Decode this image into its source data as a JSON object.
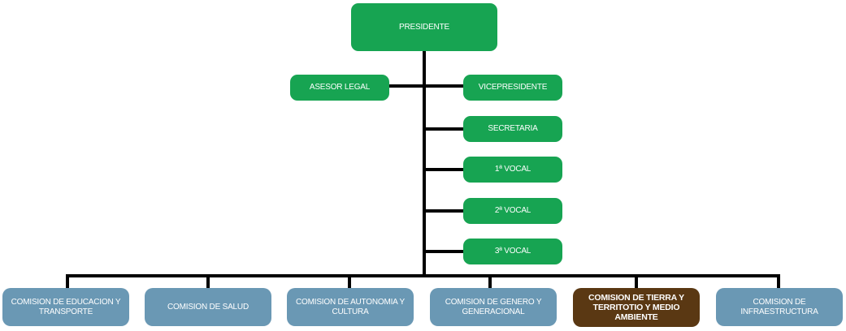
{
  "diagram": {
    "top": {
      "label": "PRESIDENTE",
      "color": "#17a452"
    },
    "advisor": {
      "label": "ASESOR LEGAL",
      "color": "#17a452"
    },
    "officers": [
      {
        "label": "VICEPRESIDENTE"
      },
      {
        "label": "SECRETARIA"
      },
      {
        "label": "1ª VOCAL"
      },
      {
        "label": "2ª VOCAL"
      },
      {
        "label": "3ª VOCAL"
      }
    ],
    "commissions": [
      {
        "label": "COMISION DE EDUCACION Y TRANSPORTE",
        "color": "#6a98b4"
      },
      {
        "label": "COMISION DE SALUD",
        "color": "#6a98b4"
      },
      {
        "label": "COMISION DE AUTONOMIA Y CULTURA",
        "color": "#6a98b4"
      },
      {
        "label": "COMISION DE GENERO Y GENERACIONAL",
        "color": "#6a98b4"
      },
      {
        "label": "COMISION DE TIERRA Y TERRITOTIO Y MEDIO AMBIENTE",
        "color": "#5a3813",
        "highlighted": true
      },
      {
        "label": "COMISION DE INFRAESTRUCTURA",
        "color": "#6a98b4"
      }
    ]
  }
}
